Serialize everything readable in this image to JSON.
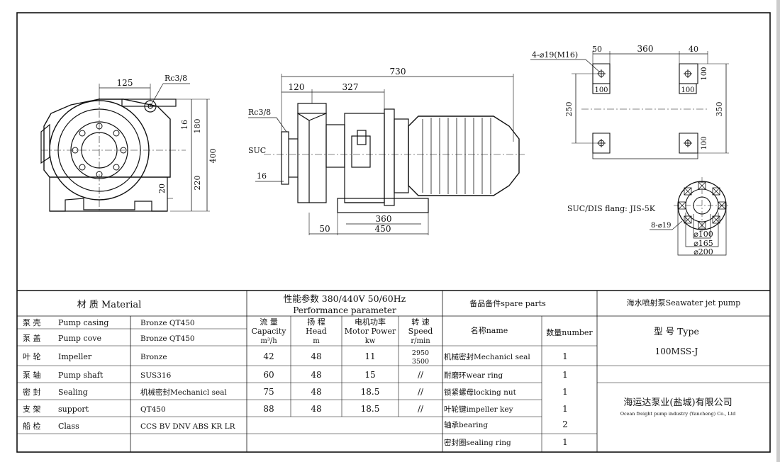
{
  "dims": {
    "side": {
      "d125": "125",
      "rc": "Rc3/8",
      "d16": "16",
      "d180": "180",
      "d400": "400",
      "d220": "220",
      "d20": "20"
    },
    "front": {
      "d730": "730",
      "d120": "120",
      "d327": "327",
      "rc": "Rc3/8",
      "suc": "SUC",
      "d16": "16",
      "d360": "360",
      "d450": "450",
      "d50": "50"
    },
    "plan": {
      "holes": "4-⌀19(M16)",
      "d50": "50",
      "d360": "360",
      "d40": "40",
      "d100a": "100",
      "d100b": "100",
      "d100c": "100",
      "d100d": "100",
      "d250": "250",
      "d350": "350"
    },
    "flange": {
      "title": "SUC/DIS  flang: JIS-5K",
      "bolts": "8-⌀19",
      "d100": "⌀100",
      "d165": "⌀165",
      "d200": "⌀200"
    }
  },
  "table": {
    "material_header": "材 质 Material",
    "materials": [
      {
        "part_cn": "泵 壳",
        "part_en": "Pump casing",
        "material": "Bronze    QT450"
      },
      {
        "part_cn": "泵 盖",
        "part_en": "Pump cove",
        "material": "Bronze    QT450"
      },
      {
        "part_cn": "叶 轮",
        "part_en": "Impeller",
        "material": "Bronze"
      },
      {
        "part_cn": "泵 轴",
        "part_en": "Pump shaft",
        "material": "SUS316"
      },
      {
        "part_cn": "密 封",
        "part_en": "Sealing",
        "material": "机械密封Mechanicl seal"
      },
      {
        "part_cn": "支 架",
        "part_en": "support",
        "material": "QT450"
      },
      {
        "part_cn": "船 检",
        "part_en": "Class",
        "material": "CCS BV DNV ABS KR LR"
      }
    ],
    "perf_header_1": "性能参数  380/440V  50/60Hz",
    "perf_header_2": "Performance parameter",
    "perf_cols": [
      {
        "cn": "流  量",
        "en": "Capacity",
        "unit": "m³/h"
      },
      {
        "cn": "扬 程",
        "en": "Head",
        "unit": "m"
      },
      {
        "cn": "电机功率",
        "en": "Motor Power",
        "unit": "kw"
      },
      {
        "cn": "转 速",
        "en": "Speed",
        "unit": "r/min"
      }
    ],
    "perf_rows": [
      [
        "42",
        "48",
        "11",
        "2950\n3500"
      ],
      [
        "60",
        "48",
        "15",
        "//"
      ],
      [
        "75",
        "48",
        "18.5",
        "//"
      ],
      [
        "88",
        "48",
        "18.5",
        "//"
      ]
    ],
    "spare_header": "备品备件spare parts",
    "spare_cols": {
      "name": "名称name",
      "qty": "数量number"
    },
    "spares": [
      {
        "name": "机械密封Mechanicl seal",
        "qty": "1"
      },
      {
        "name": "耐磨环wear ring",
        "qty": "1"
      },
      {
        "name": "锁紧螺母locking nut",
        "qty": "1"
      },
      {
        "name": "叶轮键impeller key",
        "qty": "1"
      },
      {
        "name": "轴承bearing",
        "qty": "2"
      },
      {
        "name": "密封圈sealing ring",
        "qty": "1"
      }
    ],
    "pump_header": "海水喷射泵Seawater jet pump",
    "type_label": "型 号 Type",
    "type_value": "100MSS-J",
    "company_cn": "海运达泵业(盐城)有限公司",
    "company_en": "Ocean freight pump industry (Yancheng) Co., Ltd"
  }
}
